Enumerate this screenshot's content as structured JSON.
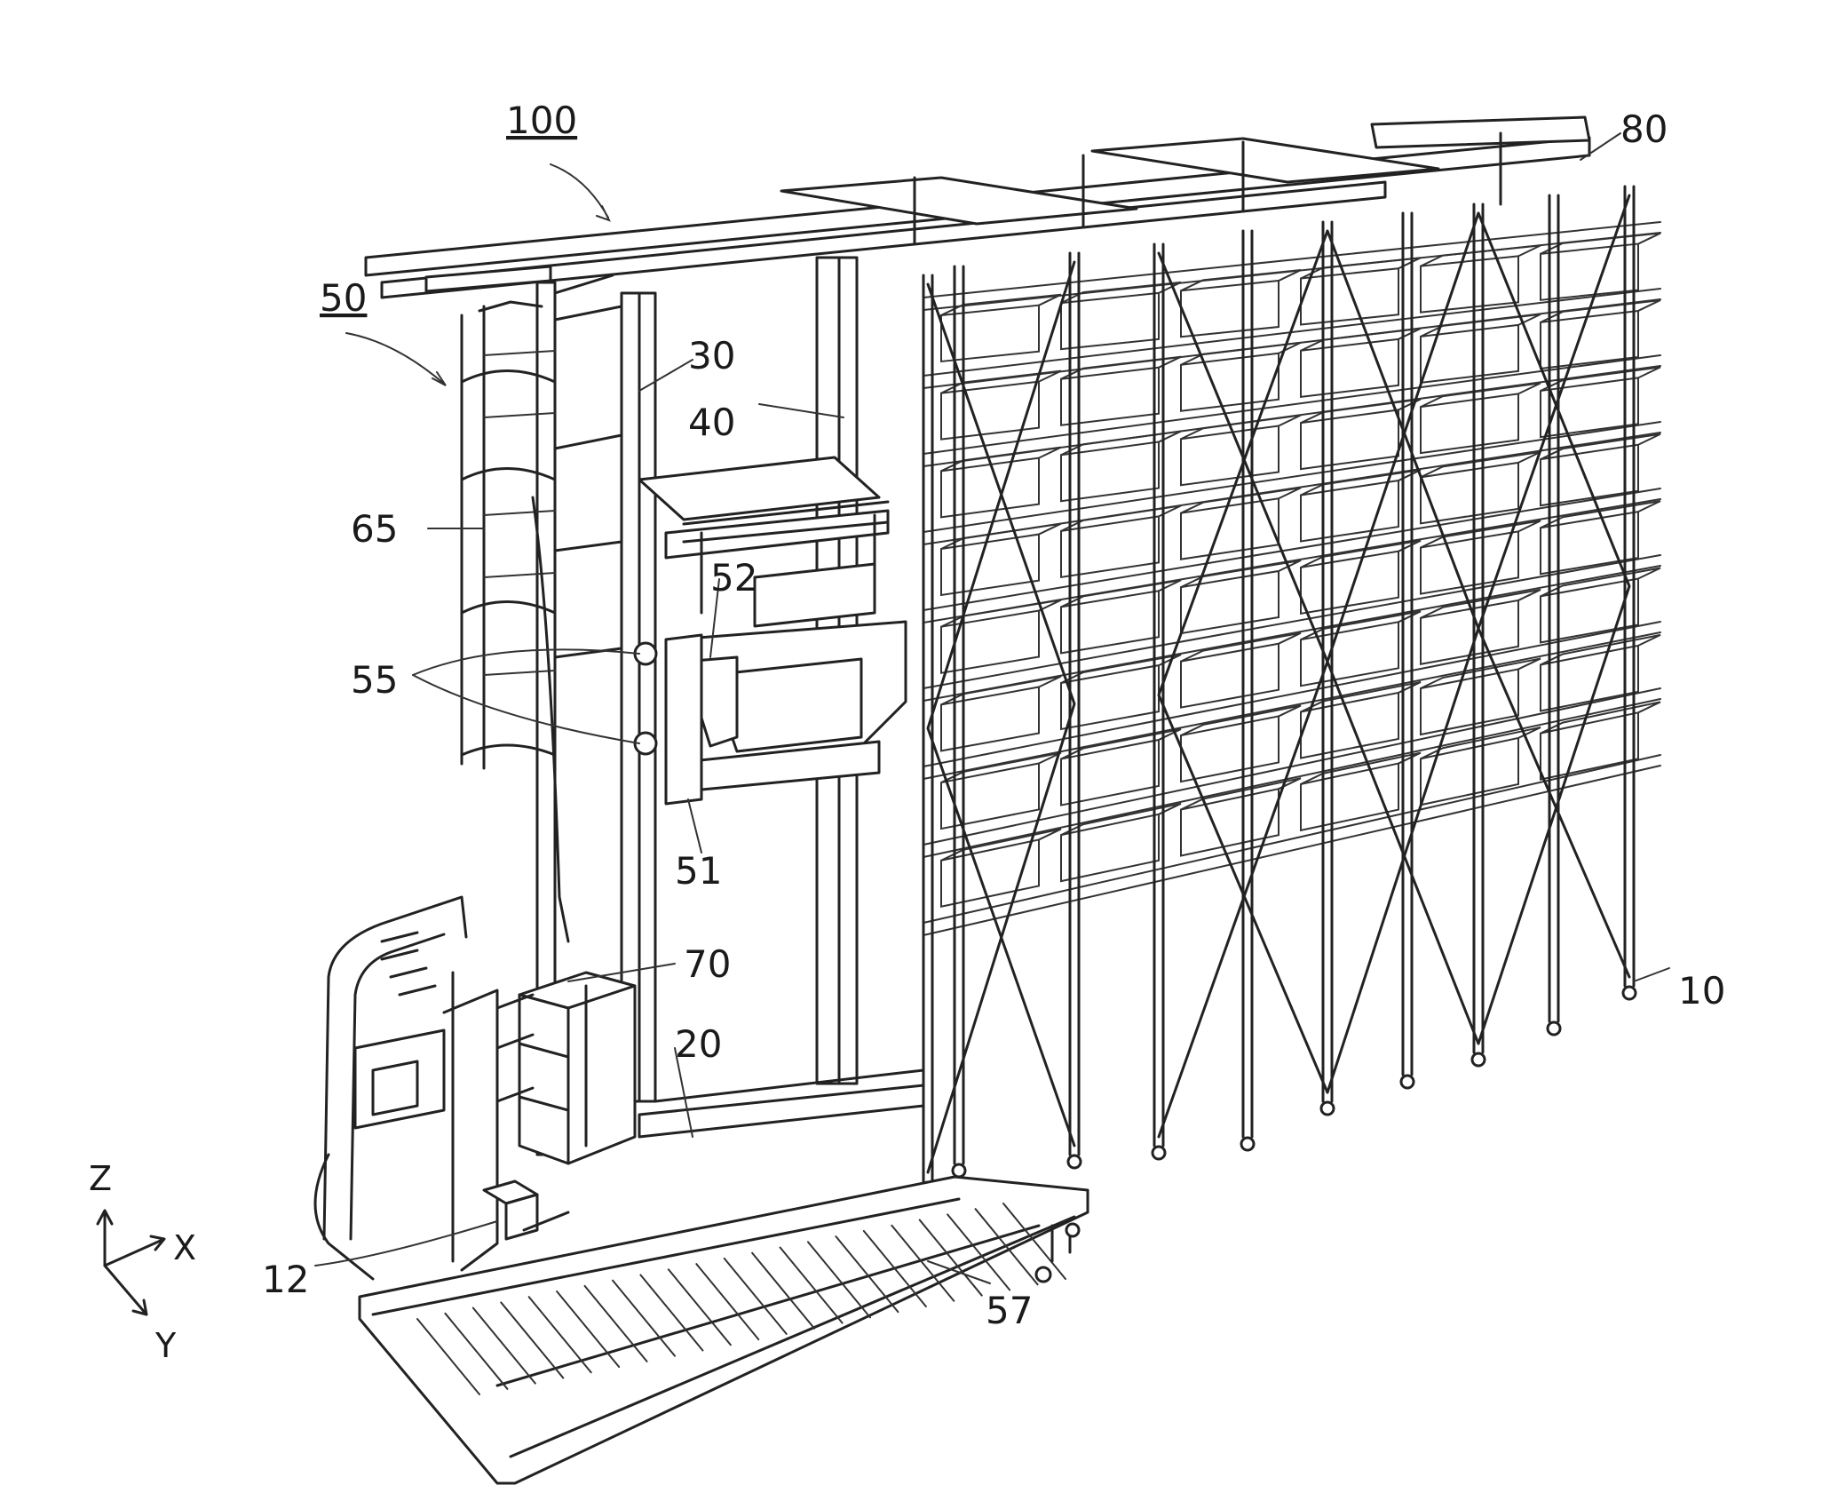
{
  "figure": {
    "labels": {
      "system": "100",
      "transfer_device": "50",
      "mast_a": "30",
      "mast_b": "40",
      "cable_guide": "65",
      "fork": "52",
      "rollers": "55",
      "carriage": "51",
      "control_box": "70",
      "base_rail": "20",
      "rack": "10",
      "top_frame": "80",
      "wheel": "12",
      "floor_plate": "57"
    },
    "axes": {
      "z": "Z",
      "x": "X",
      "y": "Y"
    }
  }
}
